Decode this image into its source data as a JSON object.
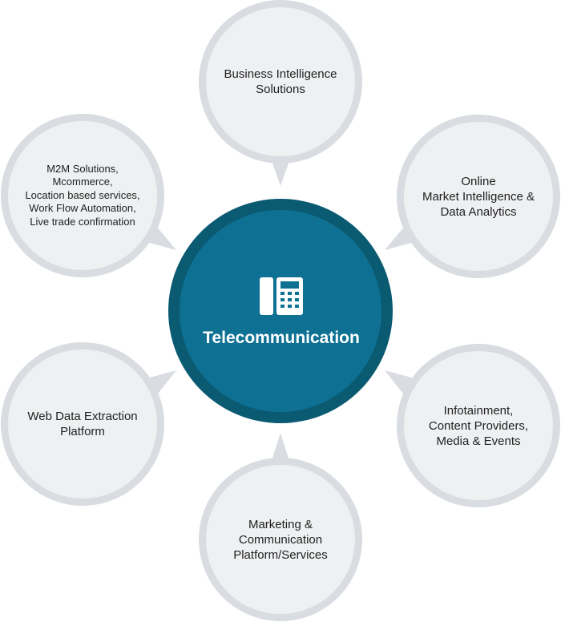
{
  "center": {
    "title": "Telecommunication",
    "icon": "telephone-icon"
  },
  "bubbles": {
    "top": "Business Intelligence\nSolutions",
    "top_right": "Online\nMarket Intelligence &\nData Analytics",
    "bottom_right": "Infotainment,\nContent Providers,\nMedia & Events",
    "bottom": "Marketing &\nCommunication\nPlatform/Services",
    "bottom_left": "Web Data Extraction\nPlatform",
    "top_left": "M2M Solutions,\nMcommerce,\nLocation based services,\nWork Flow Automation,\nLive trade confirmation"
  },
  "colors": {
    "bubble_fill": "#eef0f2",
    "bubble_ring": "#d9dde1",
    "center_fill": "#0e7193",
    "center_ring": "#0a5a72"
  }
}
